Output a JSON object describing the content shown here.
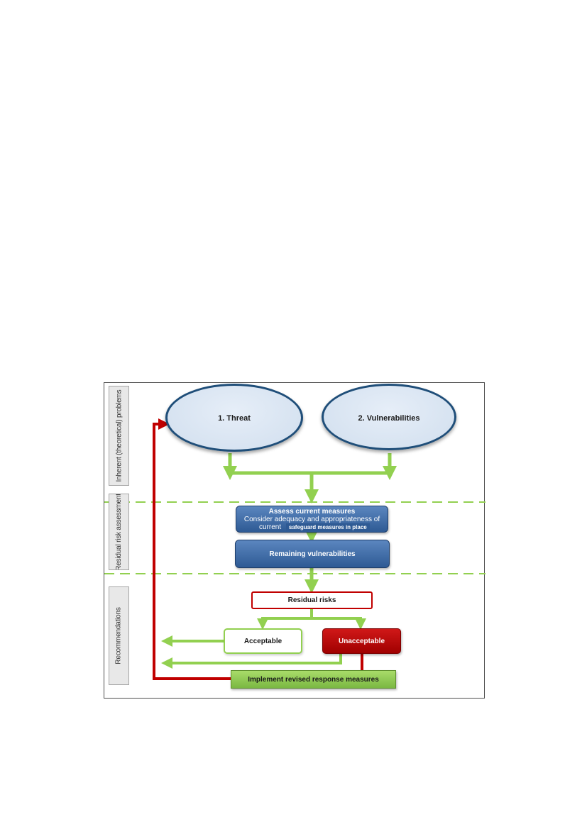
{
  "lanes": {
    "inherent": "Inherent (theoretical) problems",
    "residual": "Residual risk assessment",
    "recommendations": "Recommendations"
  },
  "nodes": {
    "threat": "1. Threat",
    "vulnerabilities": "2. Vulnerabilities",
    "assess_title": "Assess current measures",
    "assess_line1": "Consider adequacy and appropriateness of",
    "assess_line2_prefix": "current",
    "assess_line2_suffix": "safeguard measures in place",
    "remaining": "Remaining vulnerabilities",
    "residual_risks": "Residual risks",
    "acceptable": "Acceptable",
    "unacceptable": "Unacceptable",
    "implement": "Implement revised response measures"
  },
  "colors": {
    "green": "#92d050",
    "red": "#c00000",
    "blue": "#2e5a94",
    "ellipse_border": "#1f4e79"
  }
}
